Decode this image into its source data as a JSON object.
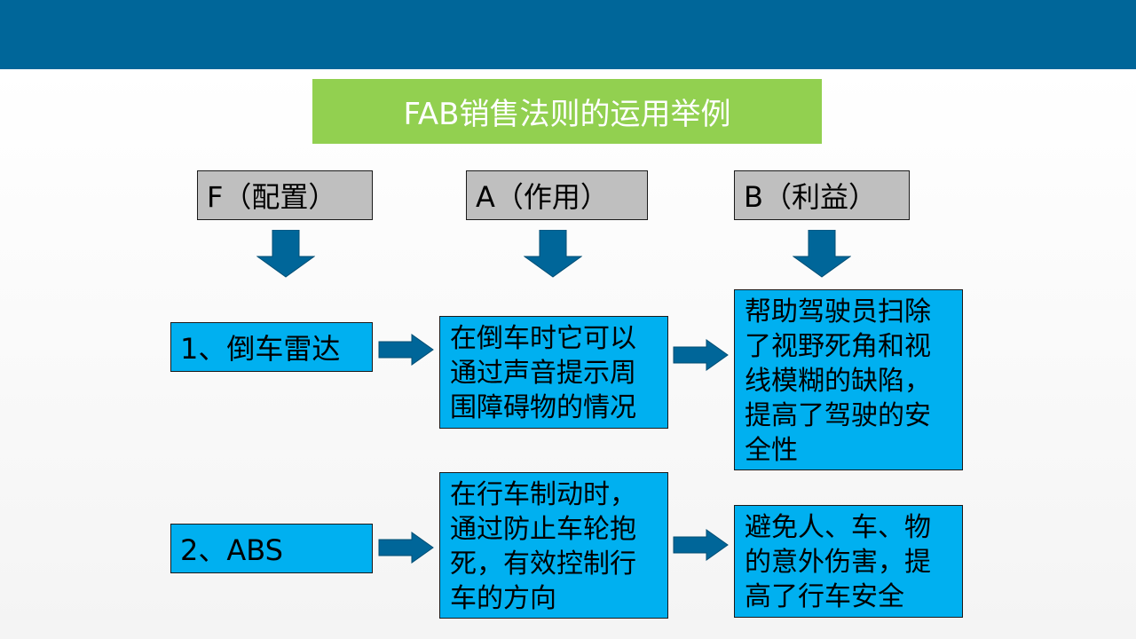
{
  "title": "FAB销售法则的运用举例",
  "headers": {
    "f": "F（配置）",
    "a": "A（作用）",
    "b": "B（利益）"
  },
  "rows": [
    {
      "feature": "1、倒车雷达",
      "advantage": "在倒车时它可以\n通过声音提示周\n围障碍物的情况",
      "benefit": "帮助驾驶员扫除\n了视野死角和视\n线模糊的缺陷，\n提高了驾驶的安\n全性"
    },
    {
      "feature": "2、ABS",
      "advantage": "在行车制动时，\n通过防止车轮抱\n死，有效控制行\n车的方向",
      "benefit": "避免人、车、物\n的意外伤害，提\n高了行车安全"
    }
  ],
  "colors": {
    "top_bar": "#006699",
    "title_bg": "#92d050",
    "header_bg": "#bfbfbf",
    "box_bg": "#00b0f0",
    "arrow": "#006699"
  }
}
